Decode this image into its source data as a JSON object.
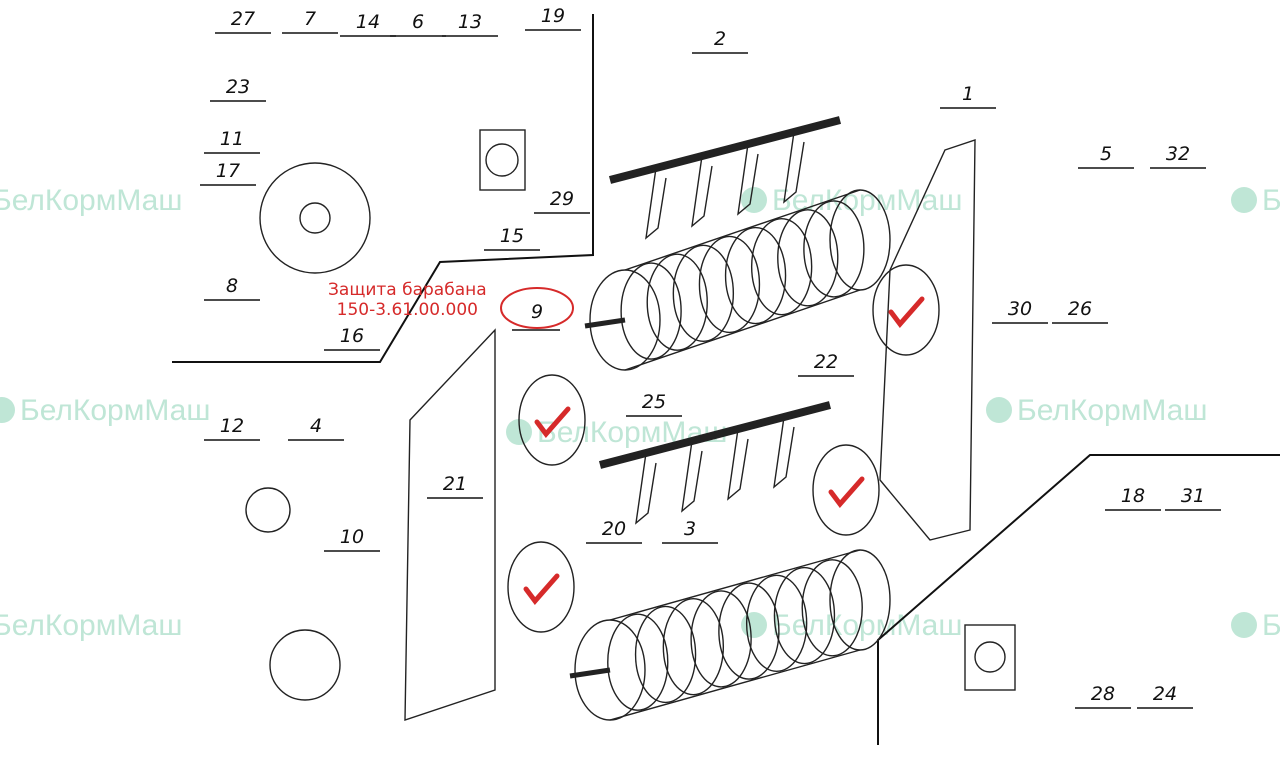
{
  "watermark": "БелКормМаш",
  "annotation": {
    "title": "Защита барабана",
    "code": "150-3.61.00.000",
    "circled_part": "9"
  },
  "part_labels": [
    "27",
    "7",
    "14",
    "6",
    "13",
    "19",
    "2",
    "1",
    "5",
    "32",
    "23",
    "11",
    "17",
    "29",
    "15",
    "8",
    "16",
    "30",
    "26",
    "22",
    "12",
    "4",
    "25",
    "21",
    "10",
    "20",
    "3",
    "18",
    "31",
    "28",
    "24"
  ],
  "colors": {
    "accent": "#d62a2a",
    "watermark": "#bfe6d6",
    "line": "#111111"
  }
}
